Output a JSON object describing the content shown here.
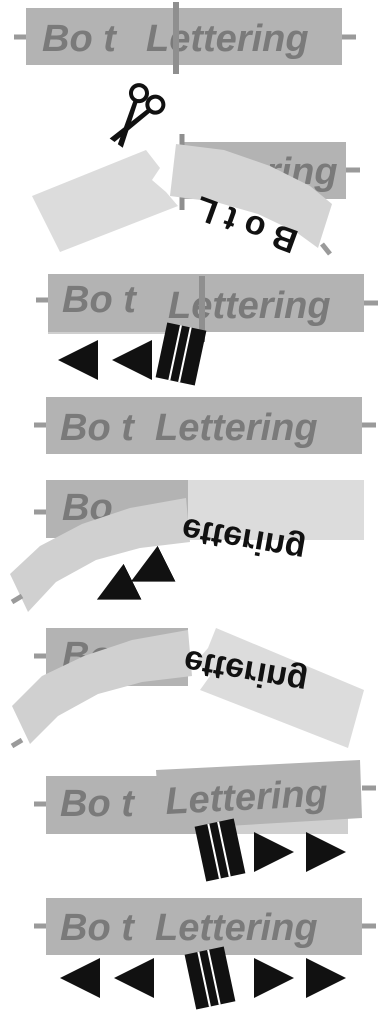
{
  "label_left": "Bo t",
  "label_right": "Lettering",
  "label_full": "Bo t  Lettering",
  "flipped_left": "Bo t L",
  "flipped_right": "ettering",
  "colors": {
    "tape": "#b3b3b3",
    "tape_light": "#d9d9d9",
    "tape_backing": "#cfcfcf",
    "text": "#7a7a7a",
    "ink": "#111111"
  },
  "icons": [
    "scissors-icon",
    "clip-icon",
    "arrow-left-icon",
    "arrow-right-icon"
  ]
}
